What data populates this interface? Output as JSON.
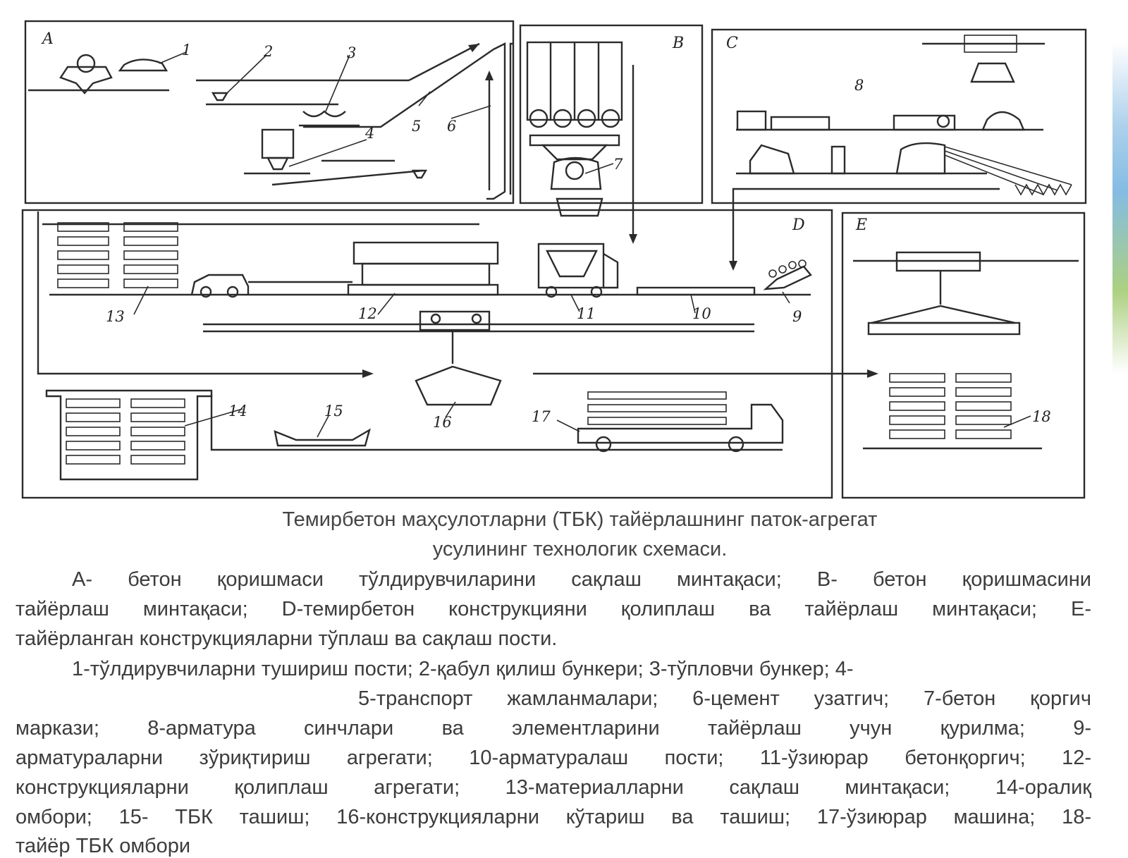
{
  "scheme": {
    "zones": [
      "A",
      "B",
      "C",
      "D",
      "E"
    ],
    "numbers": [
      "1",
      "2",
      "3",
      "4",
      "5",
      "6",
      "7",
      "8",
      "9",
      "10",
      "11",
      "12",
      "13",
      "14",
      "15",
      "16",
      "17",
      "18"
    ]
  },
  "caption": {
    "line1": "Темирбетон маҳсулотларни (ТБК) тайёрлашнинг паток-агрегат",
    "line2": "усулининг технологик схемаси."
  },
  "zones_text": {
    "line1": "А- бетон қоришмаси тўлдирувчиларини сақлаш минтақаси; В- бетон қоришмасини",
    "line2": "тайёрлаш минтақаси; D-темирбетон конструкцияни  қолиплаш ва тайёрлаш минтақаси; Е-",
    "line3": "тайёрланган конструкцияларни тўплаш ва сақлаш пости."
  },
  "legend_text": {
    "line1": "1-тўлдирувчиларни тушириш пости; 2-қабул қилиш бункери; 3-тўпловчи бункер; 4-",
    "line2": "5-транспорт жамланмалари; 6-цемент узатгич; 7-бетон қоргич",
    "line3": "маркази; 8-арматура синчлари ва элементларини тайёрлаш учун қурилма; 9-",
    "line4": "арматураларни зўриқтириш агрегати; 10-арматуралаш пости; 11-ўзиюрар бетонқоргич; 12-",
    "line5": "конструкцияларни қолиплаш агрегати; 13-материалларни сақлаш минтақаси; 14-оралиқ",
    "line6": "омбори; 15- ТБК ташиш; 16-конструкцияларни кўтариш ва ташиш; 17-ўзиюрар машина; 18-",
    "line7": "тайёр ТБК омбори"
  }
}
